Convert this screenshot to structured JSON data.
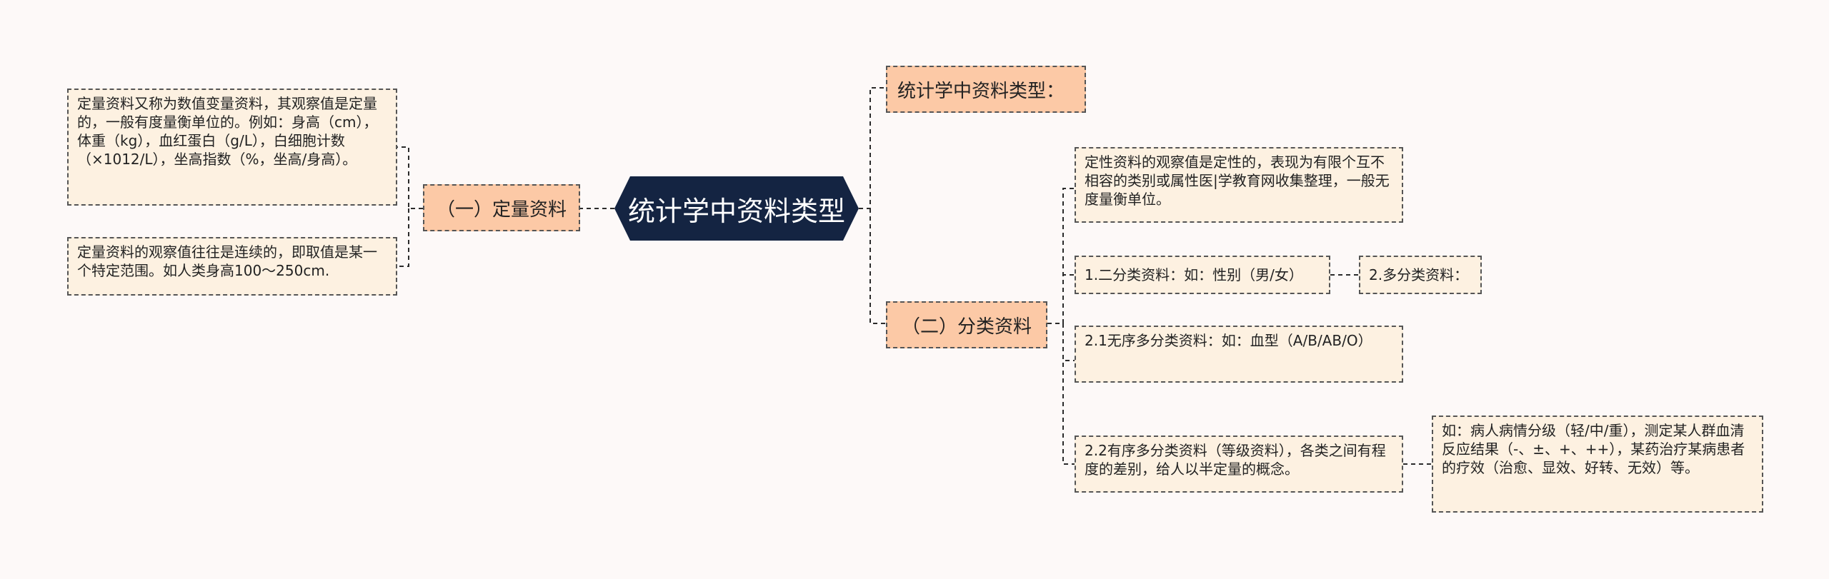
{
  "root": {
    "label": "统计学中资料类型"
  },
  "left": {
    "quantitative": {
      "label": "（一）定量资料",
      "details": [
        "定量资料又称为数值变量资料，其观察值是定量的，一般有度量衡单位的。例如：身高（cm），体重（kg），血红蛋白（g/L），白细胞计数（×1012/L），坐高指数（%，坐高/身高）。",
        "定量资料的观察值往往是连续的，即取值是某一个特定范围。如人类身高100～250cm."
      ]
    }
  },
  "right": {
    "types_heading": {
      "label": "统计学中资料类型："
    },
    "categorical": {
      "label": "（二）分类资料",
      "definition": "定性资料的观察值是定性的，表现为有限个互不相容的类别或属性医|学教育网收集整理，一般无度量衡单位。",
      "binary": "1.二分类资料：如：性别（男/女）",
      "multi": "2.多分类资料：",
      "unordered": "2.1无序多分类资料：如：血型（A/B/AB/O）",
      "ordered": "2.2有序多分类资料（等级资料），各类之间有程度的差别，给人以半定量的概念。",
      "ordered_example": "如：病人病情分级（轻/中/重），测定某人群血清反应结果（-、±、+、++），某药治疗某病患者的疗效（治愈、显效、好转、无效）等。"
    }
  },
  "colors": {
    "background": "#fdf9f8",
    "root_fill": "#142442",
    "branch_fill": "#fcc9a6",
    "leaf_fill": "#fdf1e1",
    "connector": "#2b2b2b"
  }
}
